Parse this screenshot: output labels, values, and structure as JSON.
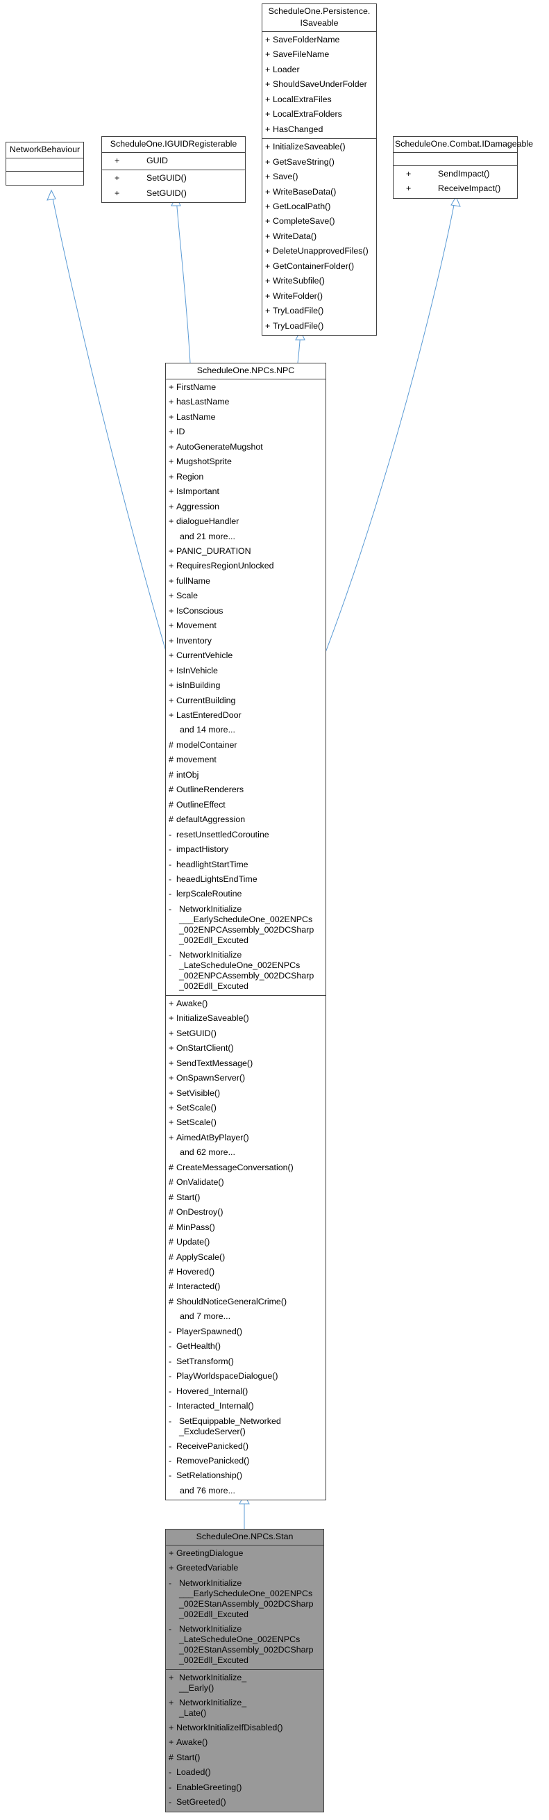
{
  "edge_color": "#5B9BD5",
  "focus_fill": "#999999",
  "classes": {
    "network_behaviour": {
      "title": [
        "NetworkBehaviour"
      ],
      "attributes": [],
      "methods": []
    },
    "iguid_registerable": {
      "title": [
        "ScheduleOne.IGUIDRegisterable"
      ],
      "attributes": [
        {
          "v": "+",
          "name": "GUID"
        }
      ],
      "methods": [
        {
          "v": "+",
          "name": "SetGUID()"
        },
        {
          "v": "+",
          "name": "SetGUID()"
        }
      ]
    },
    "isaveable": {
      "title": [
        "ScheduleOne.Persistence.",
        "ISaveable"
      ],
      "attributes": [
        {
          "v": "+",
          "name": "SaveFolderName"
        },
        {
          "v": "+",
          "name": "SaveFileName"
        },
        {
          "v": "+",
          "name": "Loader"
        },
        {
          "v": "+",
          "name": "ShouldSaveUnderFolder"
        },
        {
          "v": "+",
          "name": "LocalExtraFiles"
        },
        {
          "v": "+",
          "name": "LocalExtraFolders"
        },
        {
          "v": "+",
          "name": "HasChanged"
        }
      ],
      "methods": [
        {
          "v": "+",
          "name": "InitializeSaveable()"
        },
        {
          "v": "+",
          "name": "GetSaveString()"
        },
        {
          "v": "+",
          "name": "Save()"
        },
        {
          "v": "+",
          "name": "WriteBaseData()"
        },
        {
          "v": "+",
          "name": "GetLocalPath()"
        },
        {
          "v": "+",
          "name": "CompleteSave()"
        },
        {
          "v": "+",
          "name": "WriteData()"
        },
        {
          "v": "+",
          "name": "DeleteUnapprovedFiles()"
        },
        {
          "v": "+",
          "name": "GetContainerFolder()"
        },
        {
          "v": "+",
          "name": "WriteSubfile()"
        },
        {
          "v": "+",
          "name": "WriteFolder()"
        },
        {
          "v": "+",
          "name": "TryLoadFile()"
        },
        {
          "v": "+",
          "name": "TryLoadFile()"
        }
      ]
    },
    "idamageable": {
      "title": [
        "ScheduleOne.Combat.IDamageable"
      ],
      "attributes": [],
      "methods": [
        {
          "v": "+",
          "name": "SendImpact()"
        },
        {
          "v": "+",
          "name": "ReceiveImpact()"
        }
      ]
    },
    "npc": {
      "title": [
        "ScheduleOne.NPCs.NPC"
      ],
      "attributes": [
        {
          "v": "+",
          "name": "FirstName"
        },
        {
          "v": "+",
          "name": "hasLastName"
        },
        {
          "v": "+",
          "name": "LastName"
        },
        {
          "v": "+",
          "name": "ID"
        },
        {
          "v": "+",
          "name": "AutoGenerateMugshot"
        },
        {
          "v": "+",
          "name": "MugshotSprite"
        },
        {
          "v": "+",
          "name": "Region"
        },
        {
          "v": "+",
          "name": "IsImportant"
        },
        {
          "v": "+",
          "name": "Aggression"
        },
        {
          "v": "+",
          "name": "dialogueHandler"
        },
        {
          "v": "",
          "name": "and 21 more...",
          "more": true
        },
        {
          "v": "+",
          "name": "PANIC_DURATION"
        },
        {
          "v": "+",
          "name": "RequiresRegionUnlocked"
        },
        {
          "v": "+",
          "name": "fullName"
        },
        {
          "v": "+",
          "name": "Scale"
        },
        {
          "v": "+",
          "name": "IsConscious"
        },
        {
          "v": "+",
          "name": "Movement"
        },
        {
          "v": "+",
          "name": "Inventory"
        },
        {
          "v": "+",
          "name": "CurrentVehicle"
        },
        {
          "v": "+",
          "name": "IsInVehicle"
        },
        {
          "v": "+",
          "name": "isInBuilding"
        },
        {
          "v": "+",
          "name": "CurrentBuilding"
        },
        {
          "v": "+",
          "name": "LastEnteredDoor"
        },
        {
          "v": "",
          "name": "and 14 more...",
          "more": true
        },
        {
          "v": "#",
          "name": "modelContainer"
        },
        {
          "v": "#",
          "name": "movement"
        },
        {
          "v": "#",
          "name": "intObj"
        },
        {
          "v": "#",
          "name": "OutlineRenderers"
        },
        {
          "v": "#",
          "name": "OutlineEffect"
        },
        {
          "v": "#",
          "name": "defaultAggression"
        },
        {
          "v": "-",
          "name": "resetUnsettledCoroutine"
        },
        {
          "v": "-",
          "name": "impactHistory"
        },
        {
          "v": "-",
          "name": "headlightStartTime"
        },
        {
          "v": "-",
          "name": "heaedLightsEndTime"
        },
        {
          "v": "-",
          "name": "lerpScaleRoutine"
        },
        {
          "v": "-",
          "name": "NetworkInitialize___EarlyScheduleOne_002ENPCs_002ENPCAssembly_002DCSharp_002Edll_Excuted",
          "wrap": [
            "NetworkInitialize",
            "___EarlyScheduleOne_002ENPCs",
            "_002ENPCAssembly_002DCSharp",
            "_002Edll_Excuted"
          ]
        },
        {
          "v": "-",
          "name": "NetworkInitialize__LateScheduleOne_002ENPCs_002ENPCAssembly_002DCSharp_002Edll_Excuted",
          "wrap": [
            "NetworkInitialize",
            "_LateScheduleOne_002ENPCs",
            "_002ENPCAssembly_002DCSharp",
            "_002Edll_Excuted"
          ]
        }
      ],
      "methods": [
        {
          "v": "+",
          "name": "Awake()"
        },
        {
          "v": "+",
          "name": "InitializeSaveable()"
        },
        {
          "v": "+",
          "name": "SetGUID()"
        },
        {
          "v": "+",
          "name": "OnStartClient()"
        },
        {
          "v": "+",
          "name": "SendTextMessage()"
        },
        {
          "v": "+",
          "name": "OnSpawnServer()"
        },
        {
          "v": "+",
          "name": "SetVisible()"
        },
        {
          "v": "+",
          "name": "SetScale()"
        },
        {
          "v": "+",
          "name": "SetScale()"
        },
        {
          "v": "+",
          "name": "AimedAtByPlayer()"
        },
        {
          "v": "",
          "name": "and 62 more...",
          "more": true
        },
        {
          "v": "#",
          "name": "CreateMessageConversation()"
        },
        {
          "v": "#",
          "name": "OnValidate()"
        },
        {
          "v": "#",
          "name": "Start()"
        },
        {
          "v": "#",
          "name": "OnDestroy()"
        },
        {
          "v": "#",
          "name": "MinPass()"
        },
        {
          "v": "#",
          "name": "Update()"
        },
        {
          "v": "#",
          "name": "ApplyScale()"
        },
        {
          "v": "#",
          "name": "Hovered()"
        },
        {
          "v": "#",
          "name": "Interacted()"
        },
        {
          "v": "#",
          "name": "ShouldNoticeGeneralCrime()"
        },
        {
          "v": "",
          "name": "and 7 more...",
          "more": true
        },
        {
          "v": "-",
          "name": "PlayerSpawned()"
        },
        {
          "v": "-",
          "name": "GetHealth()"
        },
        {
          "v": "-",
          "name": "SetTransform()"
        },
        {
          "v": "-",
          "name": "PlayWorldspaceDialogue()"
        },
        {
          "v": "-",
          "name": "Hovered_Internal()"
        },
        {
          "v": "-",
          "name": "Interacted_Internal()"
        },
        {
          "v": "-",
          "name": "SetEquippable_Networked_ExcludeServer()",
          "wrap": [
            "SetEquippable_Networked",
            "_ExcludeServer()"
          ]
        },
        {
          "v": "-",
          "name": "ReceivePanicked()"
        },
        {
          "v": "-",
          "name": "RemovePanicked()"
        },
        {
          "v": "-",
          "name": "SetRelationship()"
        },
        {
          "v": "",
          "name": "and 76 more...",
          "more": true
        }
      ]
    },
    "stan": {
      "title": [
        "ScheduleOne.NPCs.Stan"
      ],
      "attributes": [
        {
          "v": "+",
          "name": "GreetingDialogue"
        },
        {
          "v": "+",
          "name": "GreetedVariable"
        },
        {
          "v": "-",
          "name": "NetworkInitialize___EarlyScheduleOne_002ENPCs_002EStanAssembly_002DCSharp_002Edll_Excuted",
          "wrap": [
            "NetworkInitialize",
            "___EarlyScheduleOne_002ENPCs",
            "_002EStanAssembly_002DCSharp",
            "_002Edll_Excuted"
          ]
        },
        {
          "v": "-",
          "name": "NetworkInitialize__LateScheduleOne_002ENPCs_002EStanAssembly_002DCSharp_002Edll_Excuted",
          "wrap": [
            "NetworkInitialize",
            "_LateScheduleOne_002ENPCs",
            "_002EStanAssembly_002DCSharp",
            "_002Edll_Excuted"
          ]
        }
      ],
      "methods": [
        {
          "v": "+",
          "name": "NetworkInitialize___Early()",
          "wrap": [
            "NetworkInitialize_",
            "__Early()"
          ]
        },
        {
          "v": "+",
          "name": "NetworkInitialize__Late()",
          "wrap": [
            "NetworkInitialize_",
            "_Late()"
          ]
        },
        {
          "v": "+",
          "name": "NetworkInitializeIfDisabled()"
        },
        {
          "v": "+",
          "name": "Awake()"
        },
        {
          "v": "#",
          "name": "Start()"
        },
        {
          "v": "-",
          "name": "Loaded()"
        },
        {
          "v": "-",
          "name": "EnableGreeting()"
        },
        {
          "v": "-",
          "name": "SetGreeted()"
        }
      ]
    }
  }
}
